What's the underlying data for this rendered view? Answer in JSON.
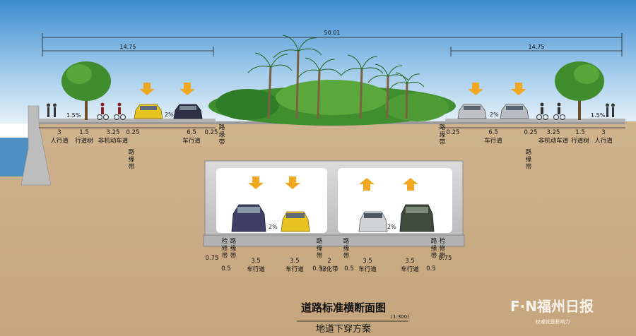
{
  "dimensions": {
    "total": "50.01",
    "left_half": "14.75",
    "right_half": "14.75"
  },
  "surface": {
    "left_segments": [
      {
        "value": "3",
        "name": "人行道"
      },
      {
        "value": "1.5",
        "name": "行道树"
      },
      {
        "value": "3.25",
        "name": "非机动车道"
      },
      {
        "value": "0.25",
        "name": ""
      },
      {
        "value": "6.5",
        "name": "车行道"
      },
      {
        "value": "0.25",
        "name": ""
      }
    ],
    "right_segments": [
      {
        "value": "0.25",
        "name": ""
      },
      {
        "value": "6.5",
        "name": "车行道"
      },
      {
        "value": "0.25",
        "name": ""
      },
      {
        "value": "3.25",
        "name": "非机动车道"
      },
      {
        "value": "1.5",
        "name": "行道树"
      },
      {
        "value": "3",
        "name": "人行道"
      }
    ],
    "curb_label": "路缘带",
    "slope_left": "1.5%",
    "slope_right": "1.5%",
    "lane_slope": "2%"
  },
  "tunnel": {
    "segments": [
      {
        "value": "0.75",
        "name": ""
      },
      {
        "value": "0.5",
        "name": ""
      },
      {
        "value": "3.5",
        "name": "车行道"
      },
      {
        "value": "3.5",
        "name": "车行道"
      },
      {
        "value": "0.5",
        "name": ""
      },
      {
        "value": "2",
        "name": "绿化带"
      },
      {
        "value": "0.5",
        "name": ""
      },
      {
        "value": "3.5",
        "name": "车行道"
      },
      {
        "value": "3.5",
        "name": "车行道"
      },
      {
        "value": "0.5",
        "name": ""
      },
      {
        "value": "0.75",
        "name": ""
      }
    ],
    "inspection_label": "检修带",
    "curb_label": "路缘带",
    "lane_slope": "2%"
  },
  "caption": {
    "title": "道路标准横断面图",
    "scale": "(1:300)",
    "subtitle": "地道下穿方案"
  },
  "watermark": {
    "logo_text": "F·N福州日报",
    "tagline": "权威就是影响力"
  },
  "colors": {
    "sky_top": "#3f8fd3",
    "sky_bottom": "#d7eaf6",
    "ground": "#c8ab85",
    "arrow": "#f0a822",
    "tunnel_wall": "#c9c9c9"
  }
}
